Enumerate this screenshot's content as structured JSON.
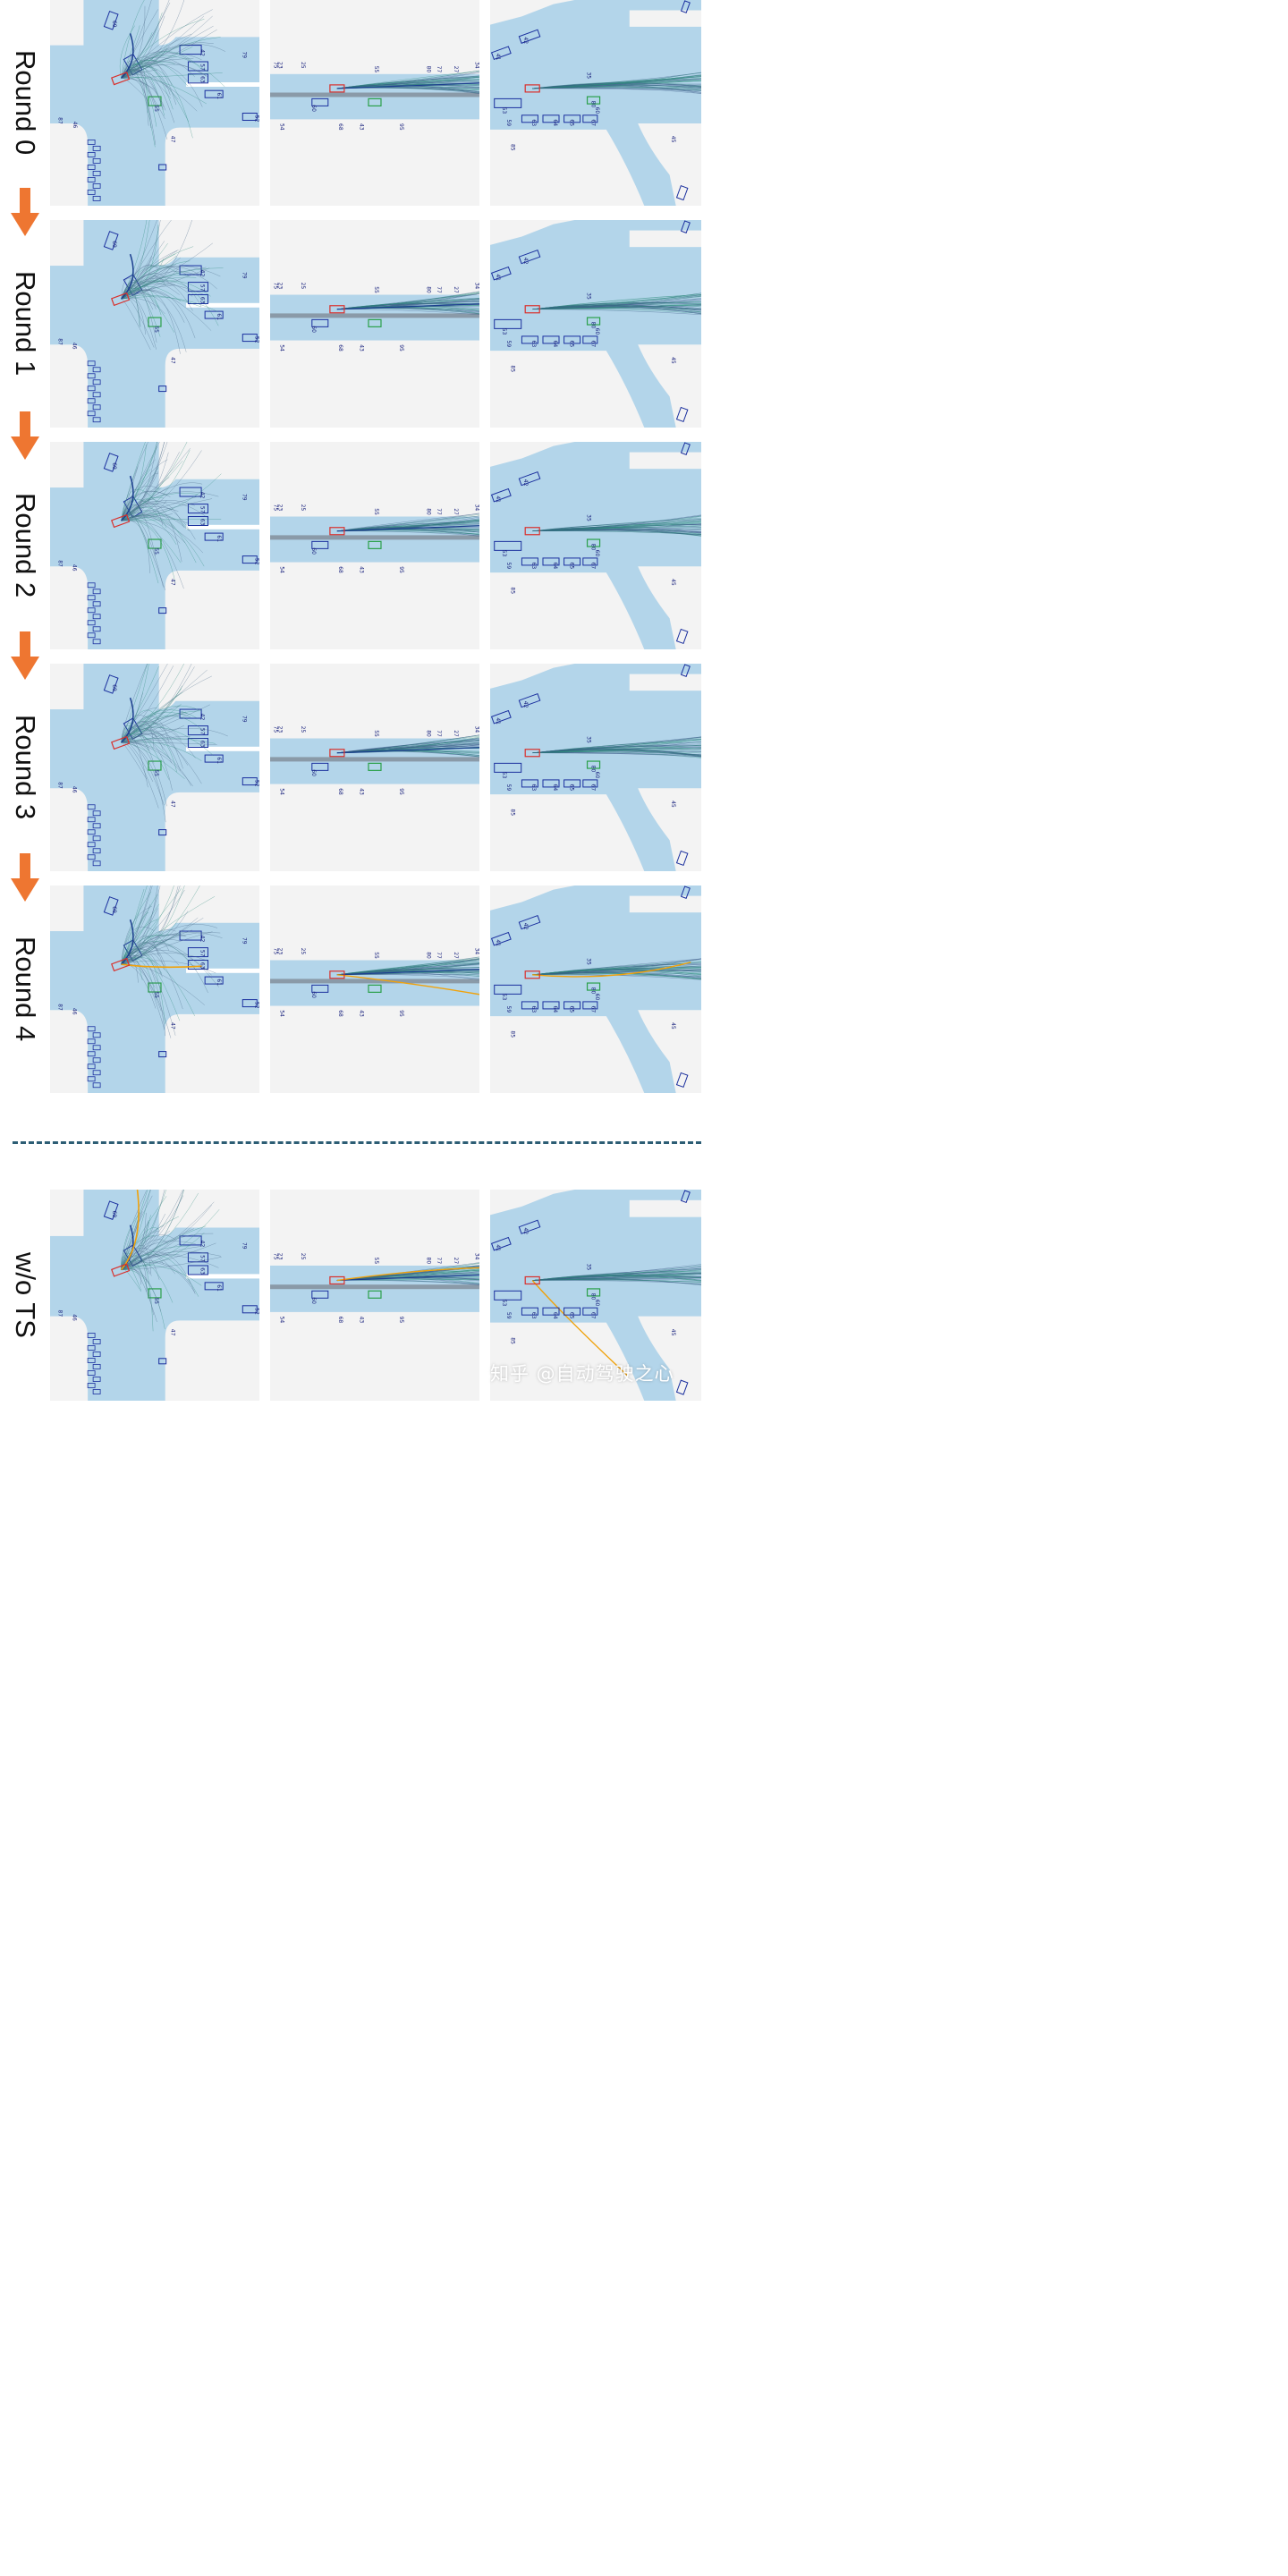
{
  "rows": [
    {
      "label": "Round 0"
    },
    {
      "label": "Round 1"
    },
    {
      "label": "Round 2"
    },
    {
      "label": "Round 3"
    },
    {
      "label": "Round 4"
    },
    {
      "label": "w/o TS"
    }
  ],
  "watermark": "知乎 @自动驾驶之心",
  "colors": {
    "road": "#b3d5ea",
    "background": "#f3f3f3",
    "arrow": "#ee7631",
    "divider": "#2c5d74",
    "ego_box": "#d9302c",
    "agent_box": "#1a2f9e",
    "target_box": "#2aa04a",
    "selected_trajectory": "#f0a20c",
    "trajectory_samples": "#2b8a7a",
    "lane_center": "#8a9aa8"
  },
  "scene_labels": {
    "intersection": [
      "79",
      "42",
      "57",
      "63",
      "61",
      "52",
      "55",
      "87",
      "46",
      "69",
      "47"
    ],
    "straight_road": [
      "75",
      "23",
      "25",
      "55",
      "80",
      "77",
      "27",
      "34",
      "68",
      "43",
      "60",
      "95",
      "54"
    ],
    "left_turn": [
      "42",
      "41",
      "35",
      "53",
      "59",
      "63",
      "64",
      "65",
      "67",
      "80",
      "45",
      "85",
      "60"
    ]
  }
}
